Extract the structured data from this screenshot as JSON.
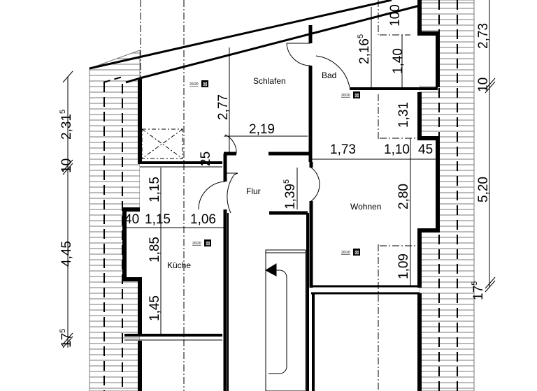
{
  "drawing": {
    "type": "floor-plan",
    "colors": {
      "line": "#000000",
      "hatch": "#888888",
      "background": "#ffffff"
    }
  },
  "rooms": [
    {
      "id": "schlafen",
      "label": "Schlafen"
    },
    {
      "id": "bad",
      "label": "Bad"
    },
    {
      "id": "flur",
      "label": "Flur"
    },
    {
      "id": "wohnen",
      "label": "Wohnen"
    },
    {
      "id": "kueche",
      "label": "Küche"
    }
  ],
  "vent_tags": [
    {
      "room": "schlafen",
      "label": "20/20"
    },
    {
      "room": "bad",
      "label": "20/20"
    },
    {
      "room": "kueche",
      "label": "20/20"
    },
    {
      "room": "wohnen",
      "label": "20/20"
    }
  ],
  "dimensions": {
    "left_outer": [
      {
        "value": "2,31",
        "sup": "5"
      },
      {
        "value": "10",
        "sup": ""
      },
      {
        "value": "4,45",
        "sup": ""
      },
      {
        "value": "17",
        "sup": "5"
      }
    ],
    "right_outer": [
      {
        "value": "2,73",
        "sup": ""
      },
      {
        "value": "10",
        "sup": ""
      },
      {
        "value": "5,20",
        "sup": ""
      },
      {
        "value": "17",
        "sup": "5"
      }
    ],
    "schlafen_height": {
      "value": "2,77",
      "sup": ""
    },
    "schlafen_width": {
      "value": "2,19",
      "sup": ""
    },
    "bad_height": {
      "value": "2,16",
      "sup": "5"
    },
    "bad_top": {
      "value": "100",
      "sup": ""
    },
    "bad_window": {
      "value": "1,40",
      "sup": ""
    },
    "wohnen_upper": {
      "value": "1,31",
      "sup": ""
    },
    "wohnen_width": {
      "value": "1,73",
      "sup": ""
    },
    "wohnen_window_w": {
      "value": "1,10",
      "sup": ""
    },
    "wohnen_offset": {
      "value": "45",
      "sup": ""
    },
    "wohnen_window": {
      "value": "2,80",
      "sup": ""
    },
    "wohnen_lower": {
      "value": "1,09",
      "sup": ""
    },
    "flur_height": {
      "value": "1,39",
      "sup": "5"
    },
    "small_25": {
      "value": "25",
      "sup": ""
    },
    "kueche_upper": {
      "value": "1,15",
      "sup": ""
    },
    "kueche_40": {
      "value": "40",
      "sup": ""
    },
    "kueche_115": {
      "value": "1,15",
      "sup": ""
    },
    "kueche_106": {
      "value": "1,06",
      "sup": ""
    },
    "kueche_window": {
      "value": "1,85",
      "sup": ""
    },
    "kueche_lower": {
      "value": "1,45",
      "sup": ""
    }
  },
  "symbols": {
    "stair_arrow": "stair-direction-arrow",
    "skylight": "skylight-cross",
    "vent": "vent-x-box"
  }
}
